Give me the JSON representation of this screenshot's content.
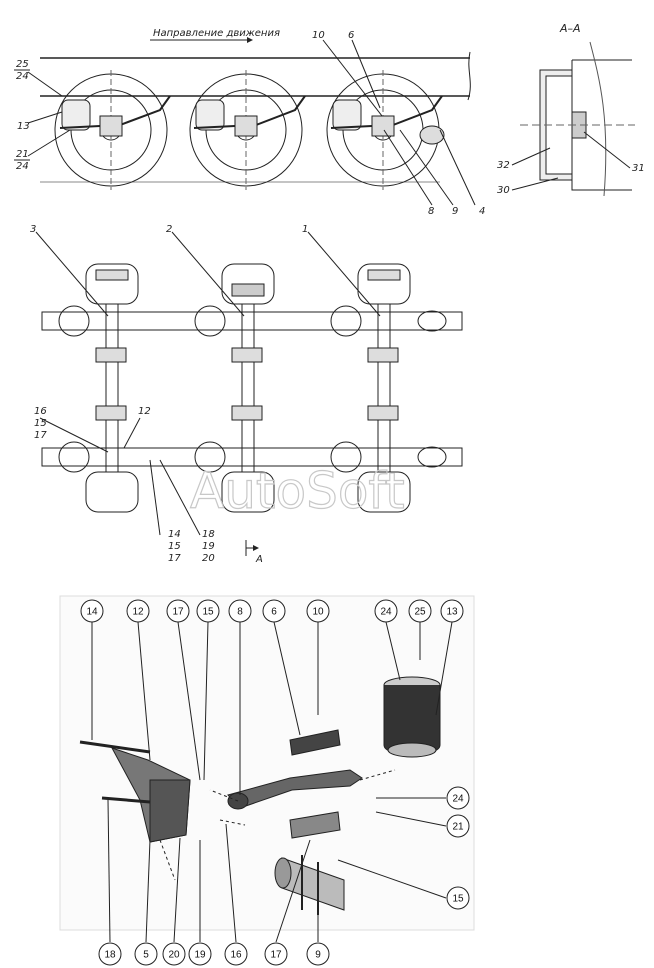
{
  "top_view": {
    "direction_label": "Направление движения",
    "callouts": {
      "c25": "25",
      "c24a": "24",
      "c13": "13",
      "c21": "21",
      "c24b": "24",
      "c10": "10",
      "c6": "6",
      "c8": "8",
      "c9": "9",
      "c4": "4"
    }
  },
  "section": {
    "title": "А–А",
    "callouts": {
      "c32": "32",
      "c30": "30",
      "c31": "31"
    }
  },
  "plan_view": {
    "callouts": {
      "c3": "3",
      "c2": "2",
      "c1": "1",
      "c16": "16",
      "c15a": "15",
      "c17a": "17",
      "c12": "12",
      "c14": "14",
      "c15b": "15",
      "c17b": "17",
      "c18": "18",
      "c19": "19",
      "c20": "20"
    },
    "section_marker": "А"
  },
  "exploded": {
    "top_callouts": [
      "14",
      "12",
      "17",
      "15",
      "8",
      "6",
      "10",
      "24",
      "25",
      "13"
    ],
    "bottom_callouts": [
      "18",
      "5",
      "20",
      "19",
      "16",
      "17",
      "9"
    ],
    "right_callouts": [
      "24",
      "21",
      "15"
    ]
  },
  "watermark": "AutoSoft"
}
